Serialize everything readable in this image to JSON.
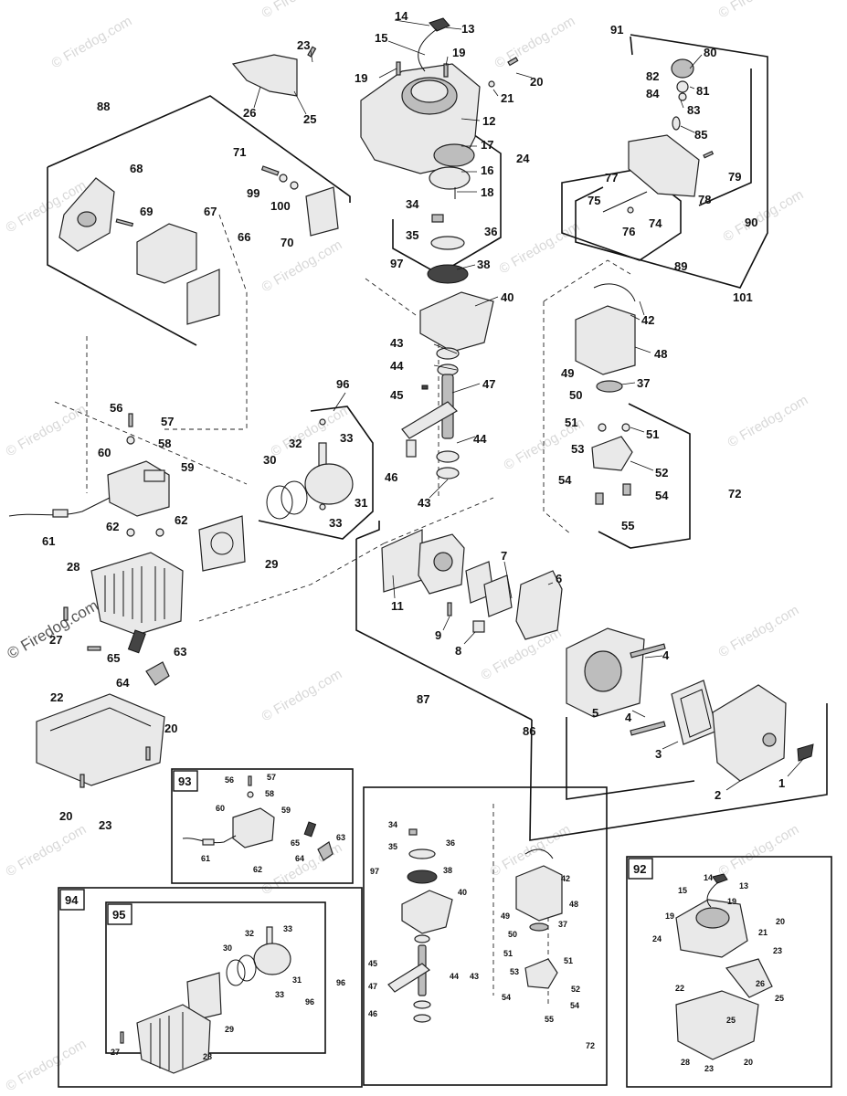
{
  "watermark": {
    "text": "© Firedog.com"
  },
  "main_labels": [
    {
      "id": "p14",
      "text": "14"
    },
    {
      "id": "p13",
      "text": "13"
    },
    {
      "id": "p15",
      "text": "15"
    },
    {
      "id": "p23a",
      "text": "23"
    },
    {
      "id": "p19a",
      "text": "19"
    },
    {
      "id": "p19b",
      "text": "19"
    },
    {
      "id": "p20a",
      "text": "20"
    },
    {
      "id": "p21",
      "text": "21"
    },
    {
      "id": "p26",
      "text": "26"
    },
    {
      "id": "p25",
      "text": "25"
    },
    {
      "id": "p12",
      "text": "12"
    },
    {
      "id": "p17",
      "text": "17"
    },
    {
      "id": "p24",
      "text": "24"
    },
    {
      "id": "p16",
      "text": "16"
    },
    {
      "id": "p18",
      "text": "18"
    },
    {
      "id": "p88",
      "text": "88"
    },
    {
      "id": "p68",
      "text": "68"
    },
    {
      "id": "p71",
      "text": "71"
    },
    {
      "id": "p99",
      "text": "99"
    },
    {
      "id": "p100",
      "text": "100"
    },
    {
      "id": "p69",
      "text": "69"
    },
    {
      "id": "p67",
      "text": "67"
    },
    {
      "id": "p70",
      "text": "70"
    },
    {
      "id": "p66",
      "text": "66"
    },
    {
      "id": "p34a",
      "text": "34"
    },
    {
      "id": "p35a",
      "text": "35"
    },
    {
      "id": "p36a",
      "text": "36"
    },
    {
      "id": "p97a",
      "text": "97"
    },
    {
      "id": "p38a",
      "text": "38"
    },
    {
      "id": "p40a",
      "text": "40"
    },
    {
      "id": "p91",
      "text": "91"
    },
    {
      "id": "p80",
      "text": "80"
    },
    {
      "id": "p82",
      "text": "82"
    },
    {
      "id": "p81",
      "text": "81"
    },
    {
      "id": "p84",
      "text": "84"
    },
    {
      "id": "p83",
      "text": "83"
    },
    {
      "id": "p85",
      "text": "85"
    },
    {
      "id": "p79",
      "text": "79"
    },
    {
      "id": "p77",
      "text": "77"
    },
    {
      "id": "p78",
      "text": "78"
    },
    {
      "id": "p75",
      "text": "75"
    },
    {
      "id": "p74",
      "text": "74"
    },
    {
      "id": "p76",
      "text": "76"
    },
    {
      "id": "p90",
      "text": "90"
    },
    {
      "id": "p89",
      "text": "89"
    },
    {
      "id": "p101",
      "text": "101"
    },
    {
      "id": "p42a",
      "text": "42"
    },
    {
      "id": "p48a",
      "text": "48"
    },
    {
      "id": "p49a",
      "text": "49"
    },
    {
      "id": "p37a",
      "text": "37"
    },
    {
      "id": "p50a",
      "text": "50"
    },
    {
      "id": "p51a",
      "text": "51"
    },
    {
      "id": "p51b",
      "text": "51"
    },
    {
      "id": "p53a",
      "text": "53"
    },
    {
      "id": "p52a",
      "text": "52"
    },
    {
      "id": "p72a",
      "text": "72"
    },
    {
      "id": "p54a",
      "text": "54"
    },
    {
      "id": "p54b",
      "text": "54"
    },
    {
      "id": "p55a",
      "text": "55"
    },
    {
      "id": "p43a",
      "text": "43"
    },
    {
      "id": "p44a",
      "text": "44"
    },
    {
      "id": "p45a",
      "text": "45"
    },
    {
      "id": "p47a",
      "text": "47"
    },
    {
      "id": "p44b",
      "text": "44"
    },
    {
      "id": "p46a",
      "text": "46"
    },
    {
      "id": "p43b",
      "text": "43"
    },
    {
      "id": "p96a",
      "text": "96"
    },
    {
      "id": "p32a",
      "text": "32"
    },
    {
      "id": "p33a",
      "text": "33"
    },
    {
      "id": "p30a",
      "text": "30"
    },
    {
      "id": "p31a",
      "text": "31"
    },
    {
      "id": "p33b",
      "text": "33"
    },
    {
      "id": "p29a",
      "text": "29"
    },
    {
      "id": "p56a",
      "text": "56"
    },
    {
      "id": "p57a",
      "text": "57"
    },
    {
      "id": "p58a",
      "text": "58"
    },
    {
      "id": "p60a",
      "text": "60"
    },
    {
      "id": "p59a",
      "text": "59"
    },
    {
      "id": "p61a",
      "text": "61"
    },
    {
      "id": "p62a",
      "text": "62"
    },
    {
      "id": "p62b",
      "text": "62"
    },
    {
      "id": "p28a",
      "text": "28"
    },
    {
      "id": "p27a",
      "text": "27"
    },
    {
      "id": "p65a",
      "text": "65"
    },
    {
      "id": "p63a",
      "text": "63"
    },
    {
      "id": "p64a",
      "text": "64"
    },
    {
      "id": "p22a",
      "text": "22"
    },
    {
      "id": "p20b",
      "text": "20"
    },
    {
      "id": "p20c",
      "text": "20"
    },
    {
      "id": "p23b",
      "text": "23"
    },
    {
      "id": "p7",
      "text": "7"
    },
    {
      "id": "p6",
      "text": "6"
    },
    {
      "id": "p11",
      "text": "11"
    },
    {
      "id": "p9",
      "text": "9"
    },
    {
      "id": "p8",
      "text": "8"
    },
    {
      "id": "p4a",
      "text": "4"
    },
    {
      "id": "p4b",
      "text": "4"
    },
    {
      "id": "p87",
      "text": "87"
    },
    {
      "id": "p86",
      "text": "86"
    },
    {
      "id": "p5",
      "text": "5"
    },
    {
      "id": "p3",
      "text": "3"
    },
    {
      "id": "p1",
      "text": "1"
    },
    {
      "id": "p2",
      "text": "2"
    }
  ],
  "inset_labels": [
    {
      "id": "b93",
      "text": "93"
    },
    {
      "id": "i56",
      "text": "56"
    },
    {
      "id": "i57",
      "text": "57"
    },
    {
      "id": "i58",
      "text": "58"
    },
    {
      "id": "i60",
      "text": "60"
    },
    {
      "id": "i59",
      "text": "59"
    },
    {
      "id": "i65",
      "text": "65"
    },
    {
      "id": "i63",
      "text": "63"
    },
    {
      "id": "i61",
      "text": "61"
    },
    {
      "id": "i62",
      "text": "62"
    },
    {
      "id": "i64",
      "text": "64"
    },
    {
      "id": "b94",
      "text": "94"
    },
    {
      "id": "b95",
      "text": "95"
    },
    {
      "id": "i32",
      "text": "32"
    },
    {
      "id": "i33a",
      "text": "33"
    },
    {
      "id": "i30",
      "text": "30"
    },
    {
      "id": "i31",
      "text": "31"
    },
    {
      "id": "i33b",
      "text": "33"
    },
    {
      "id": "i96b",
      "text": "96"
    },
    {
      "id": "i29",
      "text": "29"
    },
    {
      "id": "i27",
      "text": "27"
    },
    {
      "id": "i28",
      "text": "28"
    },
    {
      "id": "i34",
      "text": "34"
    },
    {
      "id": "i35",
      "text": "35"
    },
    {
      "id": "i36",
      "text": "36"
    },
    {
      "id": "i97",
      "text": "97"
    },
    {
      "id": "i38",
      "text": "38"
    },
    {
      "id": "i40",
      "text": "40"
    },
    {
      "id": "i96c",
      "text": "96"
    },
    {
      "id": "i45",
      "text": "45"
    },
    {
      "id": "i47",
      "text": "47"
    },
    {
      "id": "i44",
      "text": "44"
    },
    {
      "id": "i43",
      "text": "43"
    },
    {
      "id": "i46",
      "text": "46"
    },
    {
      "id": "i42",
      "text": "42"
    },
    {
      "id": "i48",
      "text": "48"
    },
    {
      "id": "i49",
      "text": "49"
    },
    {
      "id": "i37",
      "text": "37"
    },
    {
      "id": "i50",
      "text": "50"
    },
    {
      "id": "i51a",
      "text": "51"
    },
    {
      "id": "i51b",
      "text": "51"
    },
    {
      "id": "i53",
      "text": "53"
    },
    {
      "id": "i52",
      "text": "52"
    },
    {
      "id": "i54a",
      "text": "54"
    },
    {
      "id": "i54b",
      "text": "54"
    },
    {
      "id": "i55",
      "text": "55"
    },
    {
      "id": "i72",
      "text": "72"
    },
    {
      "id": "b92",
      "text": "92"
    },
    {
      "id": "j14",
      "text": "14"
    },
    {
      "id": "j13",
      "text": "13"
    },
    {
      "id": "j15",
      "text": "15"
    },
    {
      "id": "j19a",
      "text": "19"
    },
    {
      "id": "j19b",
      "text": "19"
    },
    {
      "id": "j20a",
      "text": "20"
    },
    {
      "id": "j21",
      "text": "21"
    },
    {
      "id": "j24",
      "text": "24"
    },
    {
      "id": "j23a",
      "text": "23"
    },
    {
      "id": "j26",
      "text": "26"
    },
    {
      "id": "j25a",
      "text": "25"
    },
    {
      "id": "j22",
      "text": "22"
    },
    {
      "id": "j25b",
      "text": "25"
    },
    {
      "id": "j28",
      "text": "28"
    },
    {
      "id": "j23b",
      "text": "23"
    },
    {
      "id": "j20b",
      "text": "20"
    }
  ]
}
